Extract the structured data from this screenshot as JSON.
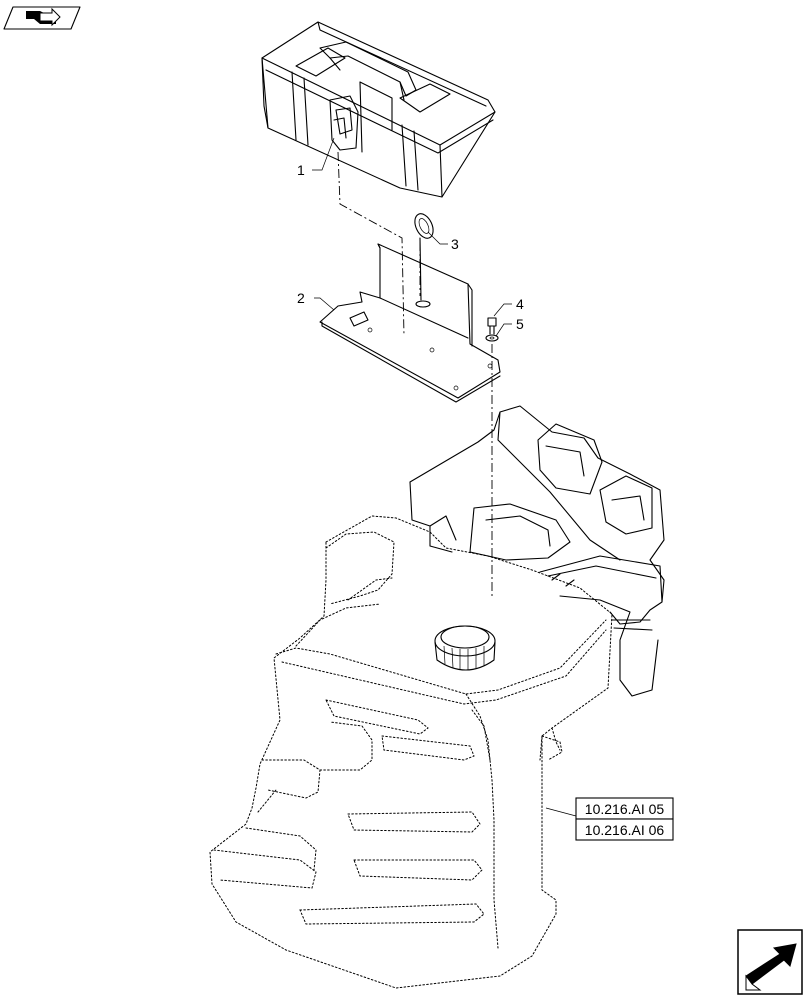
{
  "icons": {
    "top_left": "page-nav-icon",
    "bottom_right": "next-page-arrow-icon"
  },
  "callouts": [
    "1",
    "2",
    "3",
    "4",
    "5"
  ],
  "references": [
    "10.216.AI 05",
    "10.216.AI 06"
  ]
}
